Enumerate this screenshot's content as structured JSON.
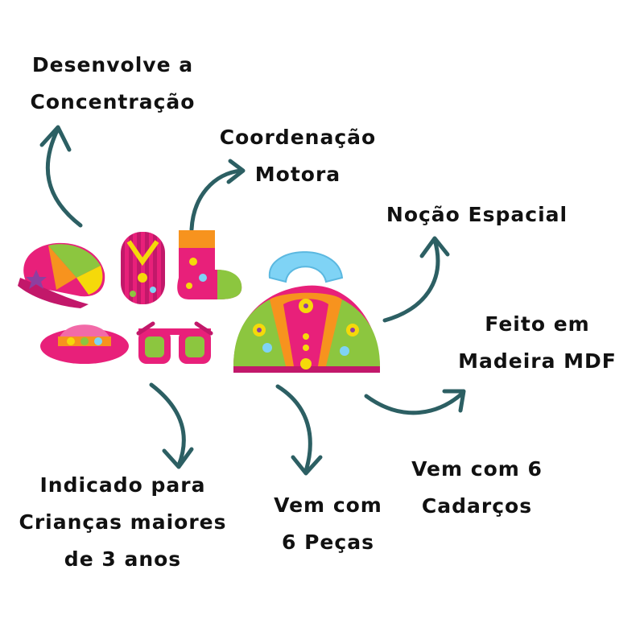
{
  "labels": {
    "concentration": [
      "Desenvolve a",
      "Concentração"
    ],
    "motor": [
      "Coordenação",
      "Motora"
    ],
    "spatial": [
      "Noção Espacial"
    ],
    "mdf": [
      "Feito em",
      "Madeira MDF"
    ],
    "age": [
      "Indicado para",
      "Crianças maiores",
      "de 3 anos"
    ],
    "pieces": [
      "Vem com",
      "6 Peças"
    ],
    "laces": [
      "Vem com 6",
      "Cadarços"
    ]
  },
  "colors": {
    "arrow": "#2c5f63",
    "pink": "#e8207a",
    "magenta": "#c2186a",
    "orange": "#f7931e",
    "yellow": "#f5d90a",
    "green": "#8cc63f",
    "blue": "#7fd3f5",
    "purple": "#8e3fa0"
  },
  "icons": [
    "cap-icon",
    "flipflop-icon",
    "sock-icon",
    "sun-hat-icon",
    "glasses-icon",
    "handbag-icon"
  ]
}
